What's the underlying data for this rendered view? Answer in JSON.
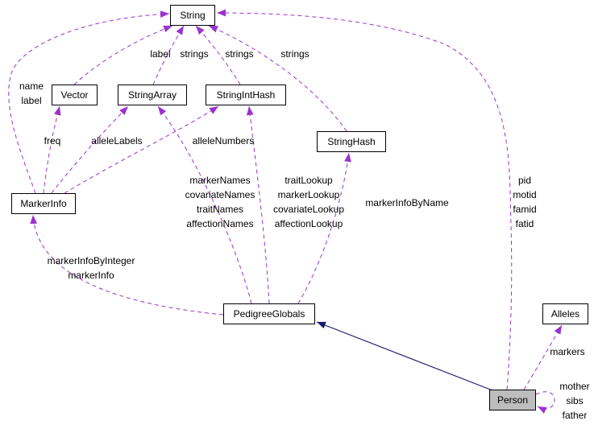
{
  "nodes": {
    "string": "String",
    "vector": "Vector",
    "stringarray": "StringArray",
    "stringinthash": "StringIntHash",
    "stringhash": "StringHash",
    "markerinfo": "MarkerInfo",
    "pedigreeglobals": "PedigreeGlobals",
    "alleles": "Alleles",
    "person": "Person"
  },
  "edge_labels": {
    "markerinfo_string": "name\nlabel",
    "vector_string": "label",
    "stringarray_string": "strings",
    "stringinthash_string": "strings",
    "stringhash_string": "strings",
    "markerinfo_vector": "freq",
    "markerinfo_stringarray": "alleleLabels",
    "markerinfo_stringinthash": "alleleNumbers",
    "pedigreeglobals_stringarray": "markerNames\ncovariateNames\ntraitNames\naffectionNames",
    "pedigreeglobals_stringinthash": "traitLookup\nmarkerLookup\ncovariateLookup\naffectionLookup",
    "pedigreeglobals_stringhash": "markerInfoByName",
    "person_string": "pid\nmotid\nfamid\nfatid",
    "pedigreeglobals_markerinfo": "markerInfoByInteger\nmarkerInfo",
    "person_alleles": "markers",
    "person_person": "mother\nsibs\nfather"
  },
  "colors": {
    "usage_edge": "#9a32cd",
    "inheritance_edge": "#191970",
    "node_border": "#000000",
    "node_fill": "#ffffff",
    "selected_node_fill": "#bdbdbd",
    "background": "#ffffff",
    "text": "#000000"
  }
}
